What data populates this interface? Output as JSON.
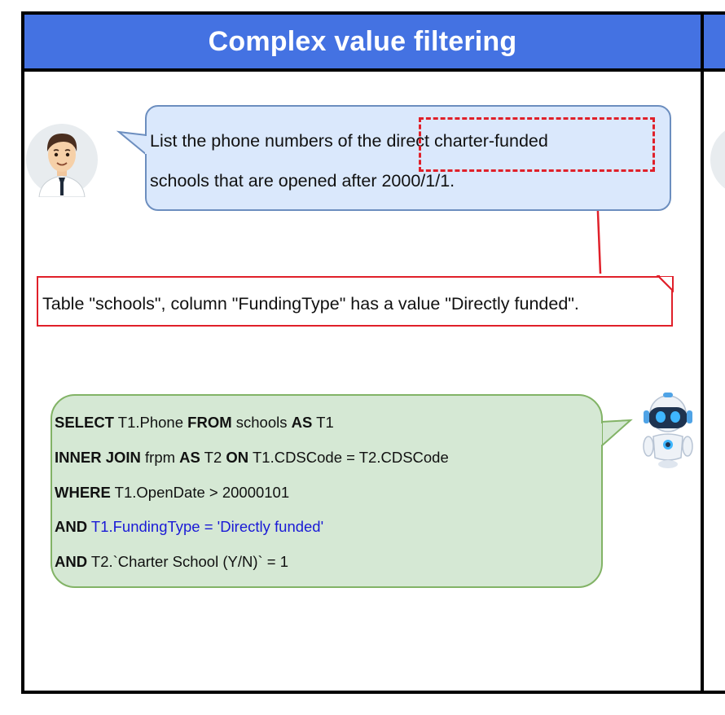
{
  "panel": {
    "title": "Complex value filtering"
  },
  "question": {
    "line1": "List the phone numbers of the direct charter-funded",
    "line2": "schools that are opened after 2000/1/1."
  },
  "note": {
    "text": "Table \"schools\", column \"FundingType\" has a value \"Directly funded\"."
  },
  "sql": {
    "line1": {
      "kw1": "SELECT",
      "t1": " T1.Phone ",
      "kw2": "FROM",
      "t2": " schools ",
      "kw3": "AS",
      "t3": " T1"
    },
    "line2": {
      "kw1": "INNER JOIN",
      "t1": " frpm ",
      "kw2": "AS",
      "t2": " T2 ",
      "kw3": "ON",
      "t3": " T1.CDSCode = T2.CDSCode"
    },
    "line3": {
      "kw1": "WHERE",
      "t1": " T1.OpenDate > 20000101"
    },
    "line4": {
      "kw1": "AND",
      "t1": " T1.FundingType = 'Directly funded'"
    },
    "line5": {
      "kw1": "AND",
      "t1": " T2.`Charter School (Y/N)` = 1"
    }
  },
  "colors": {
    "header": "#4472e2",
    "question_fill": "#dae8fc",
    "question_border": "#6c8ebf",
    "sql_fill": "#d5e8d4",
    "sql_border": "#82b366",
    "highlight": "#e0202a",
    "sql_highlight_text": "#1a1ad6"
  },
  "icons": {
    "user": "user-avatar-icon",
    "assistant": "robot-icon"
  }
}
